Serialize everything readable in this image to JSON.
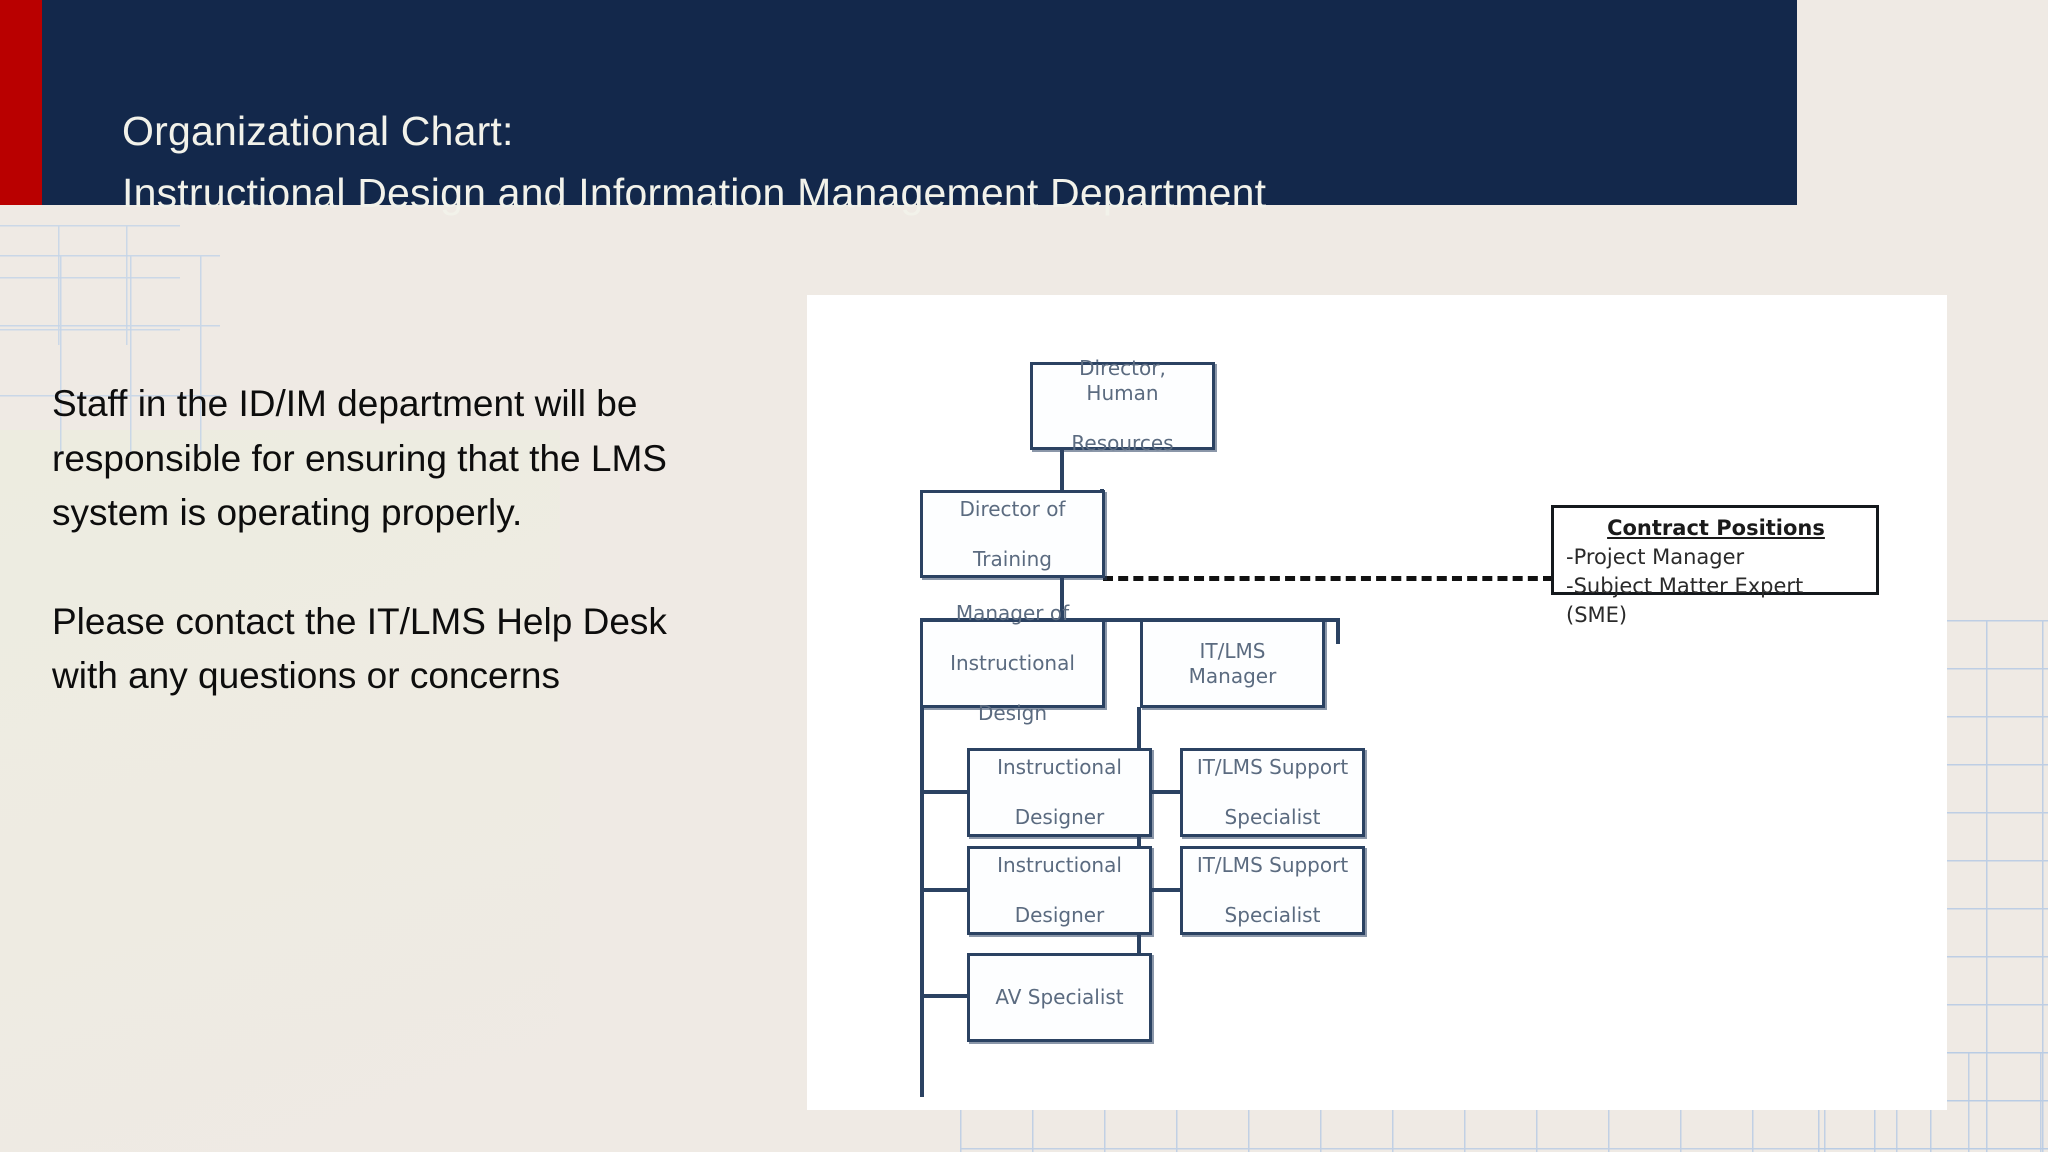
{
  "slide": {
    "background_color": "#efeae4",
    "header": {
      "background_color": "#13284b",
      "accent_color": "#b90000",
      "title_line1": "Organizational Chart:",
      "title_line2": "Instructional Design and Information Management Department"
    },
    "body": {
      "paragraph1": "Staff in the ID/IM department will be responsible for ensuring that the LMS system is operating properly.",
      "paragraph2": "Please contact the IT/LMS Help Desk with any questions or concerns"
    }
  },
  "chart_data": {
    "type": "diagram",
    "title": "Organizational Chart: Instructional Design and Information Management Department",
    "box_border_color": "#2b4262",
    "box_text_color": "#5b6b80",
    "nodes": [
      {
        "id": "director_hr",
        "label": "Director, Human\nResources",
        "label_line1": "Director, Human",
        "label_line2": "Resources",
        "level": 0
      },
      {
        "id": "director_training",
        "label": "Director of\nTraining",
        "label_line1": "Director of",
        "label_line2": "Training",
        "level": 1,
        "parent": "director_hr"
      },
      {
        "id": "manager_id",
        "label": "Manager of\nInstructional\nDesign",
        "label_line1": "Manager of",
        "label_line2": "Instructional",
        "label_line3": "Design",
        "level": 2,
        "parent": "director_training"
      },
      {
        "id": "manager_itlms",
        "label": "IT/LMS Manager",
        "label_line1": "IT/LMS Manager",
        "level": 2,
        "parent": "director_training"
      },
      {
        "id": "instructional_designer_1",
        "label": "Instructional\nDesigner",
        "label_line1": "Instructional",
        "label_line2": "Designer",
        "level": 3,
        "parent": "manager_id"
      },
      {
        "id": "instructional_designer_2",
        "label": "Instructional\nDesigner",
        "label_line1": "Instructional",
        "label_line2": "Designer",
        "level": 3,
        "parent": "manager_id"
      },
      {
        "id": "av_specialist",
        "label": "AV Specialist",
        "label_line1": "AV Specialist",
        "level": 3,
        "parent": "manager_id"
      },
      {
        "id": "itlms_support_1",
        "label": "IT/LMS Support\nSpecialist",
        "label_line1": "IT/LMS Support",
        "label_line2": "Specialist",
        "level": 3,
        "parent": "manager_itlms"
      },
      {
        "id": "itlms_support_2",
        "label": "IT/LMS Support\nSpecialist",
        "label_line1": "IT/LMS Support",
        "label_line2": "Specialist",
        "level": 3,
        "parent": "manager_itlms"
      }
    ],
    "callout": {
      "id": "contract_positions",
      "title": "Contract Positions",
      "items": [
        "-Project Manager",
        "-Subject Matter Expert (SME)"
      ],
      "connector": "dash-dot",
      "connector_color": "#111111",
      "connected_to": "director_training"
    }
  }
}
